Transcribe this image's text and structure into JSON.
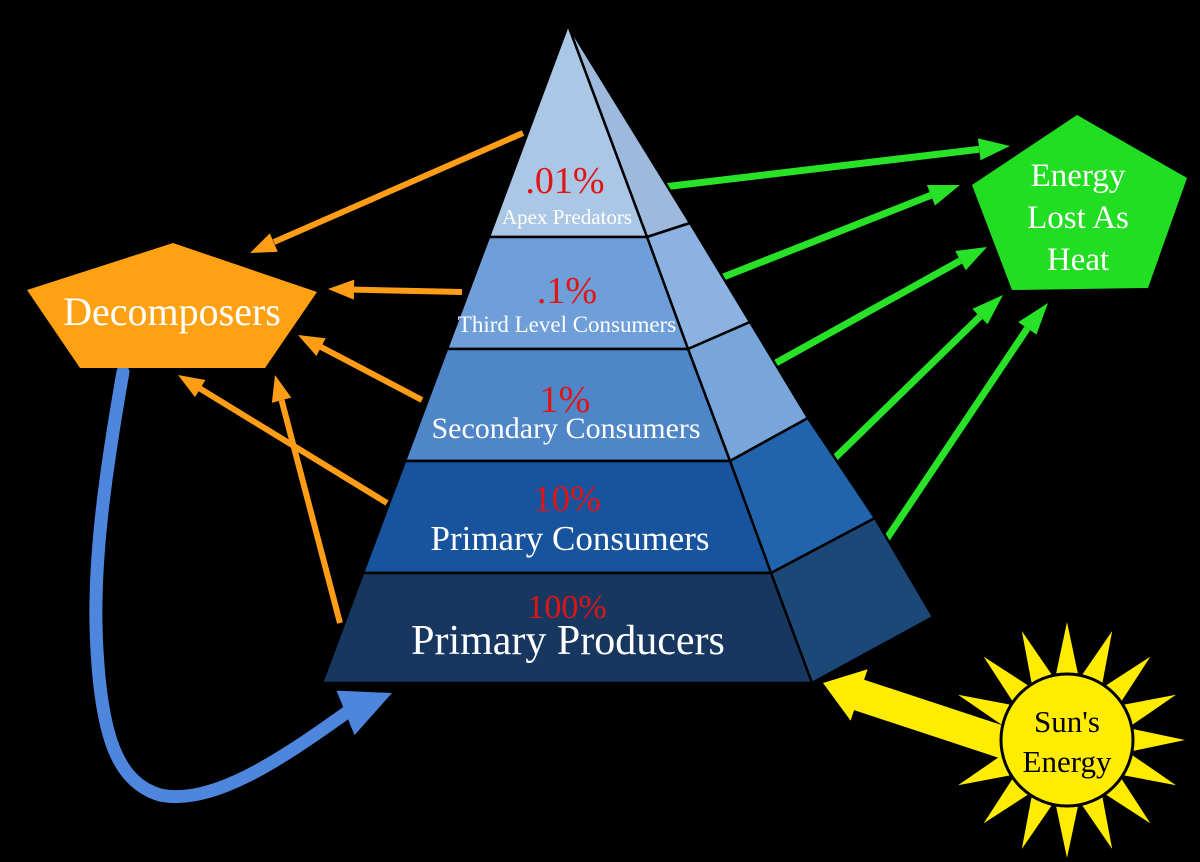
{
  "colors": {
    "background": "#000000",
    "orange": "#FF9D17",
    "green_arrow": "#27E227",
    "blue_arrow": "#4E86DE",
    "yellow": "#FFEC00",
    "red_percent": "#E11414",
    "white_text": "#FFFFFF",
    "sun_text": "#000000"
  },
  "pyramid": {
    "levels": [
      {
        "percent": ".01%",
        "label": "Apex Predators",
        "front_color": "#ABC7E6",
        "side_color": "#9DB9DB"
      },
      {
        "percent": ".1%",
        "label": "Third Level Consumers",
        "front_color": "#6F9FD8",
        "side_color": "#8BB2E0"
      },
      {
        "percent": "1%",
        "label": "Secondary Consumers",
        "front_color": "#4E86C8",
        "side_color": "#79A6DA"
      },
      {
        "percent": "10%",
        "label": "Primary Consumers",
        "front_color": "#17549D",
        "side_color": "#2264AB"
      },
      {
        "percent": "100%",
        "label": "Primary Producers",
        "front_color": "#173760",
        "side_color": "#1C4878"
      }
    ]
  },
  "decomposers": {
    "label": "Decomposers",
    "fill": "#FFA113"
  },
  "energy_lost_as_heat": {
    "lines": [
      "Energy",
      "Lost As",
      "Heat"
    ],
    "fill": "#22DE22"
  },
  "sun": {
    "lines": [
      "Sun's",
      "Energy"
    ],
    "fill": "#FFEC00"
  }
}
